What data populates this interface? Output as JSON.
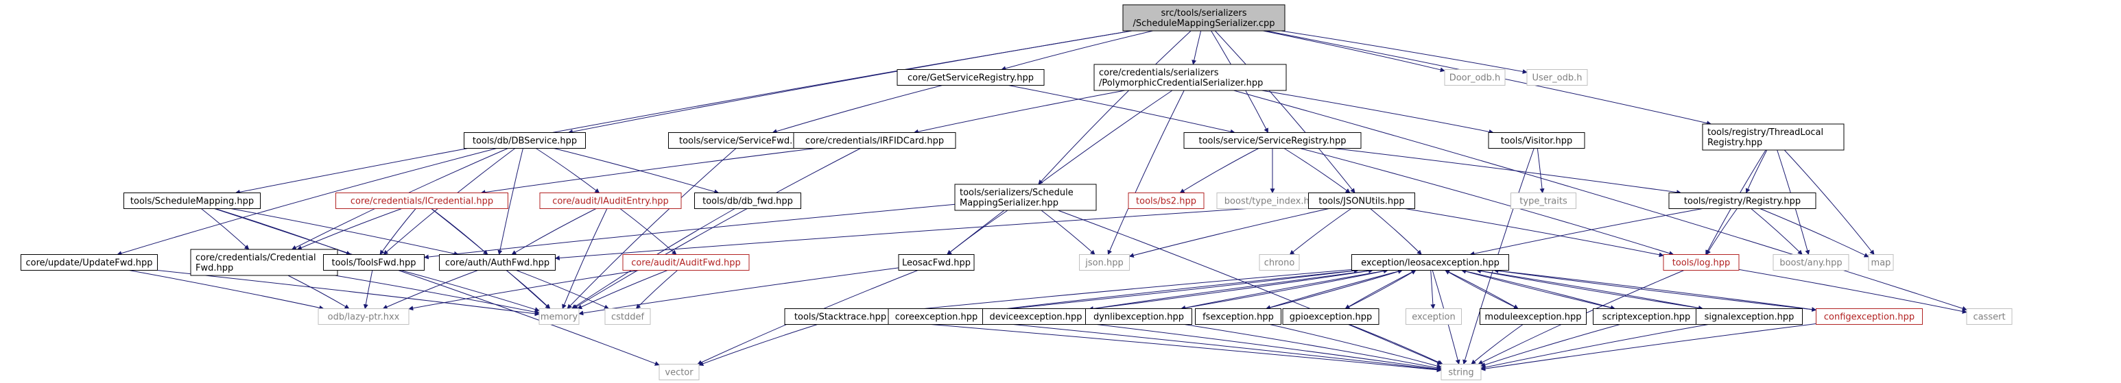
{
  "colors": {
    "edge": "#191970",
    "normal_text": "#000000",
    "normal_border": "#000000",
    "missing_text": "#b22222",
    "missing_border": "#b22222",
    "system_text": "#7f7f7f",
    "system_border": "#bfbfbf",
    "root_fill": "#bfbfbf"
  },
  "nodes": [
    {
      "id": "root",
      "lines": [
        "src/tools/serializers",
        "/ScheduleMappingSerializer.cpp"
      ],
      "kind": "root"
    },
    {
      "id": "dbservice",
      "lines": [
        "tools/db/DBService.hpp"
      ],
      "kind": "normal"
    },
    {
      "id": "getservreg",
      "lines": [
        "core/GetServiceRegistry.hpp"
      ],
      "kind": "normal"
    },
    {
      "id": "polyser",
      "lines": [
        "core/credentials/serializers",
        "/PolymorphicCredentialSerializer.hpp"
      ],
      "kind": "normal"
    },
    {
      "id": "door",
      "lines": [
        "Door_odb.h"
      ],
      "kind": "system"
    },
    {
      "id": "user",
      "lines": [
        "User_odb.h"
      ],
      "kind": "system"
    },
    {
      "id": "tlreg",
      "lines": [
        "tools/registry/ThreadLocal",
        "Registry.hpp"
      ],
      "kind": "normal"
    },
    {
      "id": "servicefwd",
      "lines": [
        "tools/service/ServiceFwd.hpp"
      ],
      "kind": "normal"
    },
    {
      "id": "irfid",
      "lines": [
        "core/credentials/IRFIDCard.hpp"
      ],
      "kind": "normal"
    },
    {
      "id": "servreg",
      "lines": [
        "tools/service/ServiceRegistry.hpp"
      ],
      "kind": "normal"
    },
    {
      "id": "visitor",
      "lines": [
        "tools/Visitor.hpp"
      ],
      "kind": "normal"
    },
    {
      "id": "schedmap",
      "lines": [
        "tools/ScheduleMapping.hpp"
      ],
      "kind": "normal"
    },
    {
      "id": "icred",
      "lines": [
        "core/credentials/ICredential.hpp"
      ],
      "kind": "missing"
    },
    {
      "id": "iaudit",
      "lines": [
        "core/audit/IAuditEntry.hpp"
      ],
      "kind": "missing"
    },
    {
      "id": "dbfwd",
      "lines": [
        "tools/db/db_fwd.hpp"
      ],
      "kind": "normal"
    },
    {
      "id": "smser",
      "lines": [
        "tools/serializers/Schedule",
        "MappingSerializer.hpp"
      ],
      "kind": "normal"
    },
    {
      "id": "bs2",
      "lines": [
        "tools/bs2.hpp"
      ],
      "kind": "missing"
    },
    {
      "id": "typeindex",
      "lines": [
        "boost/type_index.hpp"
      ],
      "kind": "system"
    },
    {
      "id": "jsonutils",
      "lines": [
        "tools/JSONUtils.hpp"
      ],
      "kind": "normal"
    },
    {
      "id": "typetraits",
      "lines": [
        "type_traits"
      ],
      "kind": "system"
    },
    {
      "id": "registry",
      "lines": [
        "tools/registry/Registry.hpp"
      ],
      "kind": "normal"
    },
    {
      "id": "updfwd",
      "lines": [
        "core/update/UpdateFwd.hpp"
      ],
      "kind": "normal"
    },
    {
      "id": "credfwd",
      "lines": [
        "core/credentials/Credential",
        "Fwd.hpp"
      ],
      "kind": "normal"
    },
    {
      "id": "toolsfwd",
      "lines": [
        "tools/ToolsFwd.hpp"
      ],
      "kind": "normal"
    },
    {
      "id": "authfwd",
      "lines": [
        "core/auth/AuthFwd.hpp"
      ],
      "kind": "normal"
    },
    {
      "id": "auditfwd",
      "lines": [
        "core/audit/AuditFwd.hpp"
      ],
      "kind": "missing"
    },
    {
      "id": "leosacfwd",
      "lines": [
        "LeosacFwd.hpp"
      ],
      "kind": "normal"
    },
    {
      "id": "jsonhpp",
      "lines": [
        "json.hpp"
      ],
      "kind": "system"
    },
    {
      "id": "chrono",
      "lines": [
        "chrono"
      ],
      "kind": "system"
    },
    {
      "id": "leosacexc",
      "lines": [
        "exception/leosacexception.hpp"
      ],
      "kind": "normal"
    },
    {
      "id": "loghpp",
      "lines": [
        "tools/log.hpp"
      ],
      "kind": "missing"
    },
    {
      "id": "boostany",
      "lines": [
        "boost/any.hpp"
      ],
      "kind": "system"
    },
    {
      "id": "map",
      "lines": [
        "map"
      ],
      "kind": "system"
    },
    {
      "id": "lazyptr",
      "lines": [
        "odb/lazy-ptr.hxx"
      ],
      "kind": "system"
    },
    {
      "id": "memory",
      "lines": [
        "memory"
      ],
      "kind": "system"
    },
    {
      "id": "cstddef",
      "lines": [
        "cstddef"
      ],
      "kind": "system"
    },
    {
      "id": "stacktrace",
      "lines": [
        "tools/Stacktrace.hpp"
      ],
      "kind": "normal"
    },
    {
      "id": "coreexc",
      "lines": [
        "coreexception.hpp"
      ],
      "kind": "normal"
    },
    {
      "id": "devexc",
      "lines": [
        "deviceexception.hpp"
      ],
      "kind": "normal"
    },
    {
      "id": "dynlibexc",
      "lines": [
        "dynlibexception.hpp"
      ],
      "kind": "normal"
    },
    {
      "id": "fsexc",
      "lines": [
        "fsexception.hpp"
      ],
      "kind": "normal"
    },
    {
      "id": "gpioexc",
      "lines": [
        "gpioexception.hpp"
      ],
      "kind": "normal"
    },
    {
      "id": "exception",
      "lines": [
        "exception"
      ],
      "kind": "system"
    },
    {
      "id": "modexc",
      "lines": [
        "moduleexception.hpp"
      ],
      "kind": "normal"
    },
    {
      "id": "scriptexc",
      "lines": [
        "scriptexception.hpp"
      ],
      "kind": "normal"
    },
    {
      "id": "sigexc",
      "lines": [
        "signalexception.hpp"
      ],
      "kind": "normal"
    },
    {
      "id": "confexc",
      "lines": [
        "configexception.hpp"
      ],
      "kind": "missing"
    },
    {
      "id": "cassert",
      "lines": [
        "cassert"
      ],
      "kind": "system"
    },
    {
      "id": "vector",
      "lines": [
        "vector"
      ],
      "kind": "system"
    },
    {
      "id": "string",
      "lines": [
        "string"
      ],
      "kind": "system"
    }
  ],
  "edges": [
    [
      "root",
      "dbservice"
    ],
    [
      "root",
      "getservreg"
    ],
    [
      "root",
      "polyser"
    ],
    [
      "root",
      "door"
    ],
    [
      "root",
      "user"
    ],
    [
      "root",
      "tlreg"
    ],
    [
      "root",
      "schedmap"
    ],
    [
      "root",
      "smser"
    ],
    [
      "root",
      "servreg"
    ],
    [
      "root",
      "jsonutils"
    ],
    [
      "getservreg",
      "servicefwd"
    ],
    [
      "getservreg",
      "servreg"
    ],
    [
      "polyser",
      "irfid"
    ],
    [
      "polyser",
      "visitor"
    ],
    [
      "polyser",
      "jsonhpp"
    ],
    [
      "polyser",
      "leosacfwd"
    ],
    [
      "polyser",
      "cassert"
    ],
    [
      "tlreg",
      "registry"
    ],
    [
      "tlreg",
      "loghpp"
    ],
    [
      "tlreg",
      "boostany"
    ],
    [
      "tlreg",
      "map"
    ],
    [
      "dbservice",
      "updfwd"
    ],
    [
      "dbservice",
      "iaudit"
    ],
    [
      "dbservice",
      "dbfwd"
    ],
    [
      "dbservice",
      "authfwd"
    ],
    [
      "dbservice",
      "toolsfwd"
    ],
    [
      "dbservice",
      "credfwd"
    ],
    [
      "servicefwd",
      "memory"
    ],
    [
      "irfid",
      "icred"
    ],
    [
      "irfid",
      "memory"
    ],
    [
      "servreg",
      "bs2"
    ],
    [
      "servreg",
      "typeindex"
    ],
    [
      "servreg",
      "jsonutils"
    ],
    [
      "servreg",
      "registry"
    ],
    [
      "servreg",
      "loghpp"
    ],
    [
      "visitor",
      "typetraits"
    ],
    [
      "visitor",
      "string"
    ],
    [
      "schedmap",
      "credfwd"
    ],
    [
      "schedmap",
      "toolsfwd"
    ],
    [
      "schedmap",
      "authfwd"
    ],
    [
      "schedmap",
      "vector"
    ],
    [
      "icred",
      "credfwd"
    ],
    [
      "icred",
      "toolsfwd"
    ],
    [
      "icred",
      "authfwd"
    ],
    [
      "icred",
      "memory"
    ],
    [
      "iaudit",
      "authfwd"
    ],
    [
      "iaudit",
      "auditfwd"
    ],
    [
      "iaudit",
      "memory"
    ],
    [
      "dbfwd",
      "memory"
    ],
    [
      "smser",
      "toolsfwd"
    ],
    [
      "smser",
      "jsonhpp"
    ],
    [
      "smser",
      "leosacfwd"
    ],
    [
      "smser",
      "string"
    ],
    [
      "jsonutils",
      "jsonhpp"
    ],
    [
      "jsonutils",
      "chrono"
    ],
    [
      "jsonutils",
      "leosacexc"
    ],
    [
      "jsonutils",
      "loghpp"
    ],
    [
      "jsonutils",
      "authfwd"
    ],
    [
      "registry",
      "leosacexc"
    ],
    [
      "registry",
      "loghpp"
    ],
    [
      "registry",
      "boostany"
    ],
    [
      "registry",
      "map"
    ],
    [
      "updfwd",
      "lazyptr"
    ],
    [
      "updfwd",
      "memory"
    ],
    [
      "credfwd",
      "lazyptr"
    ],
    [
      "credfwd",
      "memory"
    ],
    [
      "toolsfwd",
      "lazyptr"
    ],
    [
      "toolsfwd",
      "memory"
    ],
    [
      "authfwd",
      "lazyptr"
    ],
    [
      "authfwd",
      "memory"
    ],
    [
      "authfwd",
      "cstddef"
    ],
    [
      "auditfwd",
      "lazyptr"
    ],
    [
      "auditfwd",
      "memory"
    ],
    [
      "auditfwd",
      "cstddef"
    ],
    [
      "leosacfwd",
      "memory"
    ],
    [
      "leosacfwd",
      "vector"
    ],
    [
      "leosacexc",
      "stacktrace"
    ],
    [
      "leosacexc",
      "coreexc"
    ],
    [
      "leosacexc",
      "devexc"
    ],
    [
      "leosacexc",
      "dynlibexc"
    ],
    [
      "leosacexc",
      "fsexc"
    ],
    [
      "leosacexc",
      "gpioexc"
    ],
    [
      "leosacexc",
      "exception"
    ],
    [
      "leosacexc",
      "modexc"
    ],
    [
      "leosacexc",
      "scriptexc"
    ],
    [
      "leosacexc",
      "sigexc"
    ],
    [
      "leosacexc",
      "confexc"
    ],
    [
      "leosacexc",
      "string"
    ],
    [
      "coreexc",
      "leosacexc"
    ],
    [
      "devexc",
      "leosacexc"
    ],
    [
      "dynlibexc",
      "leosacexc"
    ],
    [
      "fsexc",
      "leosacexc"
    ],
    [
      "gpioexc",
      "leosacexc"
    ],
    [
      "modexc",
      "leosacexc"
    ],
    [
      "scriptexc",
      "leosacexc"
    ],
    [
      "sigexc",
      "leosacexc"
    ],
    [
      "confexc",
      "leosacexc"
    ],
    [
      "loghpp",
      "cassert"
    ],
    [
      "loghpp",
      "string"
    ],
    [
      "stacktrace",
      "vector"
    ],
    [
      "stacktrace",
      "string"
    ],
    [
      "coreexc",
      "string"
    ],
    [
      "devexc",
      "string"
    ],
    [
      "dynlibexc",
      "string"
    ],
    [
      "fsexc",
      "string"
    ],
    [
      "gpioexc",
      "string"
    ],
    [
      "modexc",
      "string"
    ],
    [
      "scriptexc",
      "string"
    ],
    [
      "sigexc",
      "string"
    ],
    [
      "confexc",
      "string"
    ]
  ]
}
